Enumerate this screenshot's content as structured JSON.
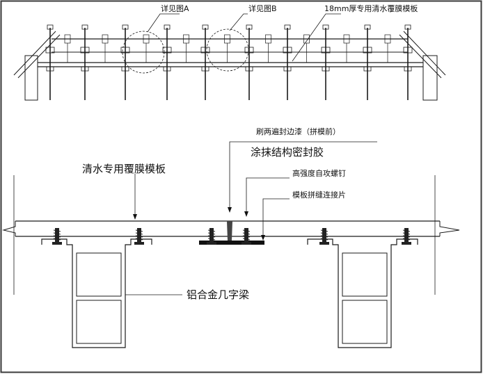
{
  "top_view": {
    "callout_a": "详见图A",
    "callout_b": "详见图B",
    "callout_board": "18mm厚专用清水覆膜模板"
  },
  "detail_view": {
    "label_paint": "刷两遍封边漆（拼模前）",
    "label_sealant": "涂抹结构密封胶",
    "label_board": "清水专用覆膜模板",
    "label_screw": "高强度自攻螺钉",
    "label_joint_plate": "模板拼缝连接片",
    "label_beam": "铝合金几字梁"
  },
  "colors": {
    "line": "#1a1a1a",
    "frame": "#3a3a3a"
  }
}
